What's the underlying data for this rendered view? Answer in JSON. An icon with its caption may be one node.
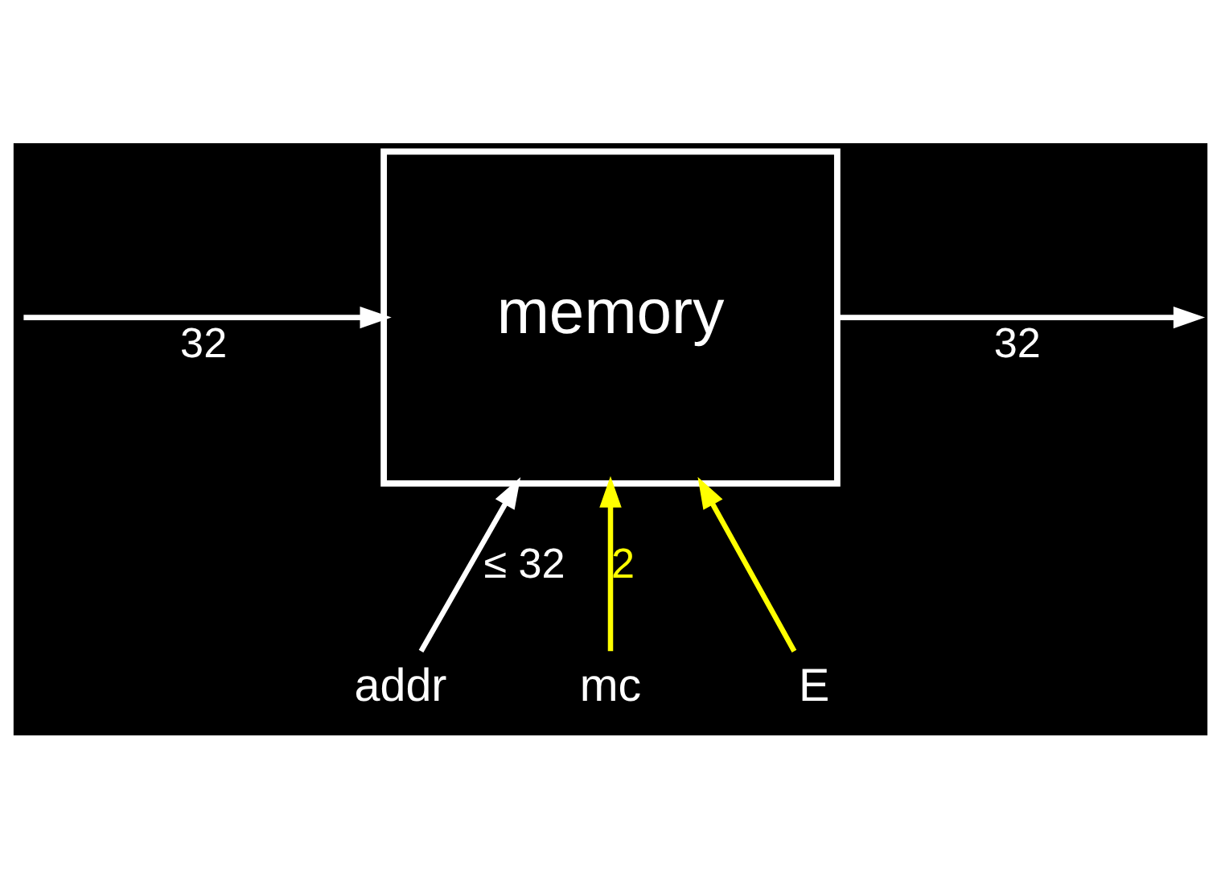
{
  "diagram": {
    "nodes": [
      {
        "text": [
          "memory"
        ]
      },
      {
        "text": [
          "addr"
        ]
      },
      {
        "text": [
          "mc"
        ]
      },
      {
        "text": [
          "E"
        ]
      }
    ],
    "edges": [
      {
        "from": null,
        "to": 0,
        "arrow": "to",
        "label": "32"
      },
      {
        "from": 0,
        "to": null,
        "arrow": "to",
        "label": "32"
      },
      {
        "from": 1,
        "to": 0,
        "arrow": "to",
        "label": "≤ 32"
      },
      {
        "from": 2,
        "to": 0,
        "arrow": "to",
        "label": "2",
        "color": "#ffff00"
      },
      {
        "from": 3,
        "to": 0,
        "arrow": "to",
        "color": "#ffff00"
      }
    ]
  }
}
